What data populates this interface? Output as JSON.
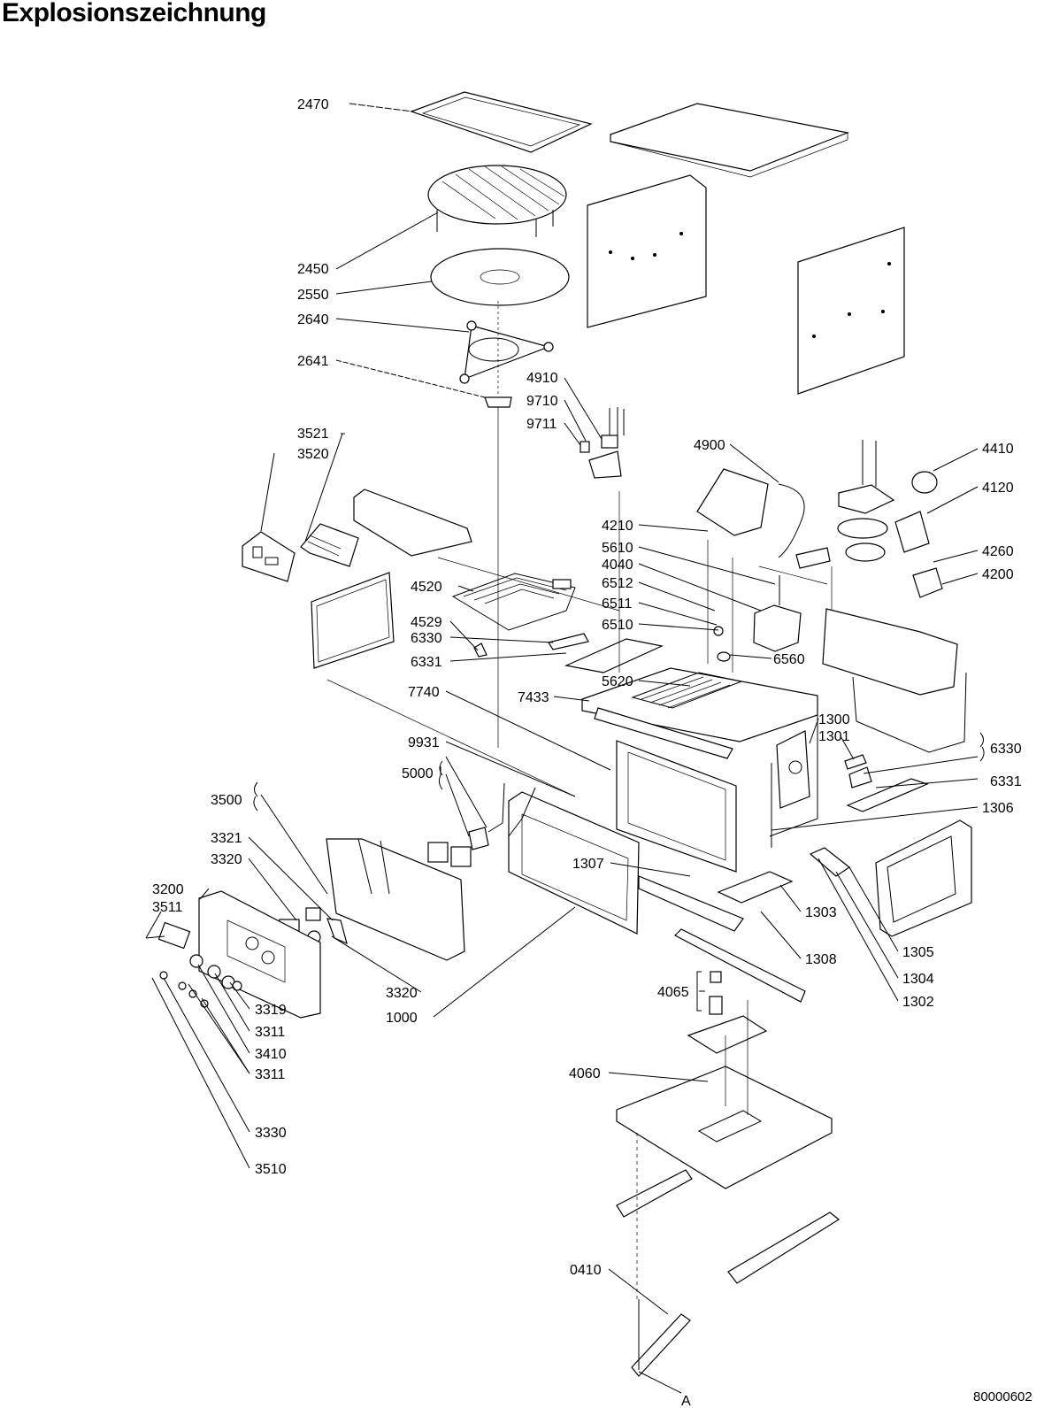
{
  "title": "Explosionszeichnung",
  "doc_number": "80000602",
  "callouts": {
    "c2470": "2470",
    "c2450": "2450",
    "c2550": "2550",
    "c2640": "2640",
    "c2641": "2641",
    "c4910": "4910",
    "c9710": "9710",
    "c9711": "9711",
    "c3521": "3521",
    "c3520": "3520",
    "c4900": "4900",
    "c4410": "4410",
    "c4120": "4120",
    "c4210": "4210",
    "c5610": "5610",
    "c4040": "4040",
    "c6512": "6512",
    "c6511": "6511",
    "c6510": "6510",
    "c4260": "4260",
    "c4200": "4200",
    "c4520": "4520",
    "c4529": "4529",
    "c6330a": "6330",
    "c6331a": "6331",
    "c6560": "6560",
    "c5620": "5620",
    "c7740": "7740",
    "c7433": "7433",
    "c1300": "1300",
    "c1301": "1301",
    "c6330b": "6330",
    "c6331b": "6331",
    "c9931": "9931",
    "c5000": "5000",
    "c1306": "1306",
    "c3500": "3500",
    "c3321": "3321",
    "c3320a": "3320",
    "c3200": "3200",
    "c3511": "3511",
    "c1307": "1307",
    "c1303": "1303",
    "c1308": "1308",
    "c1305": "1305",
    "c1304": "1304",
    "c1302": "1302",
    "c3320b": "3320",
    "c1000": "1000",
    "c3319": "3319",
    "c3311a": "3311",
    "c3410": "3410",
    "c3311b": "3311",
    "c4065": "4065",
    "c4060": "4060",
    "c3330": "3330",
    "c3510": "3510",
    "c0410": "0410",
    "cA": "A"
  }
}
